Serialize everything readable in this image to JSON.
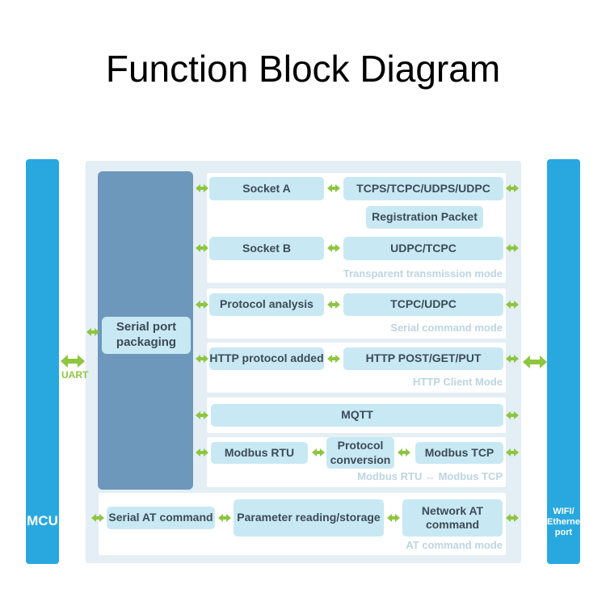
{
  "title": "Function Block Diagram",
  "left_bar": {
    "label": "MCU"
  },
  "uart_label": "UART",
  "right_bar": {
    "lines": [
      "WIFI/",
      "Ethernet",
      "port"
    ]
  },
  "serial_port_packaging": "Serial port packaging",
  "boxes": {
    "socket_a": "Socket A",
    "tcps_tcpc_udps_udpc": "TCPS/TCPC/UDPS/UDPC",
    "registration_packet": "Registration Packet",
    "socket_b": "Socket B",
    "udpc_tcpc": "UDPC/TCPC",
    "protocol_analysis": "Protocol analysis",
    "tcpc_udpc": "TCPC/UDPC",
    "http_protocol_added": "HTTP protocol added",
    "http_post_get_put": "HTTP POST/GET/PUT",
    "mqtt": "MQTT",
    "modbus_rtu": "Modbus RTU",
    "protocol_conversion": "Protocol conversion",
    "modbus_tcp": "Modbus TCP",
    "serial_at_command": "Serial AT command",
    "parameter_reading_storage": "Parameter reading/storage",
    "network_at_command": "Network AT command"
  },
  "mode_labels": {
    "transparent": "Transparent transmission mode",
    "serial_command": "Serial command mode",
    "http_client": "HTTP Client Mode",
    "modbus": "Modbus RTU ↔ Modbus TCP",
    "at_command": "AT command mode"
  },
  "colors": {
    "bar_blue": "#29A8E0",
    "container_bg": "#E3EEF5",
    "column_blue": "#6D97BB",
    "box_cyan": "#C8E9F3",
    "arrow_green": "#8DC63F",
    "box_text": "#3C4B58",
    "mode_label": "#BCD5E2"
  }
}
